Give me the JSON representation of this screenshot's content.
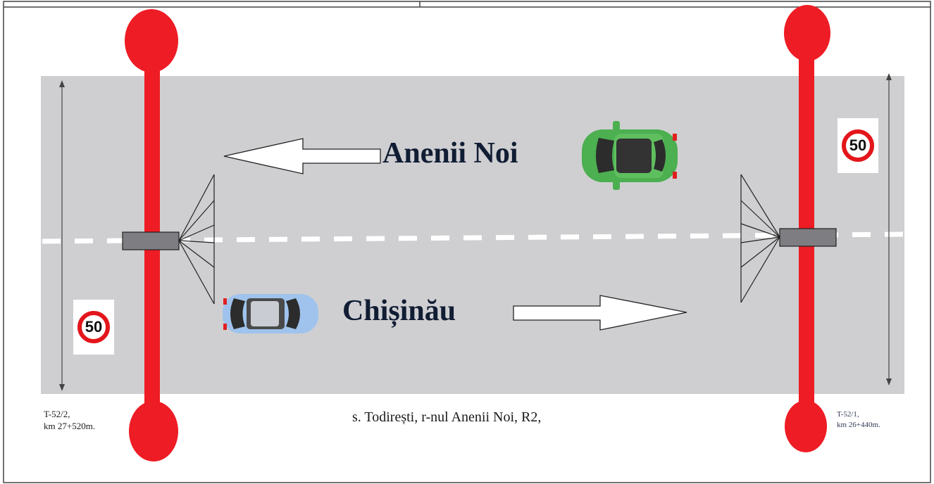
{
  "directions": {
    "top": "Anenii Noi",
    "bottom": "Chișinău"
  },
  "location": "s. Todirești, r-nul Anenii Noi, R2,",
  "left_post": {
    "id": "T-52/2,",
    "km": "km 27+520m."
  },
  "right_post": {
    "id": "T-52/1,",
    "km": "km 26+440m."
  },
  "speed_limit": "50",
  "colors": {
    "road": "#cfcfd2",
    "post": "#ee1c24",
    "speed_sign_ring": "#e3161b",
    "car_top": "#4caf50",
    "car_bottom": "#9fc3ec"
  }
}
